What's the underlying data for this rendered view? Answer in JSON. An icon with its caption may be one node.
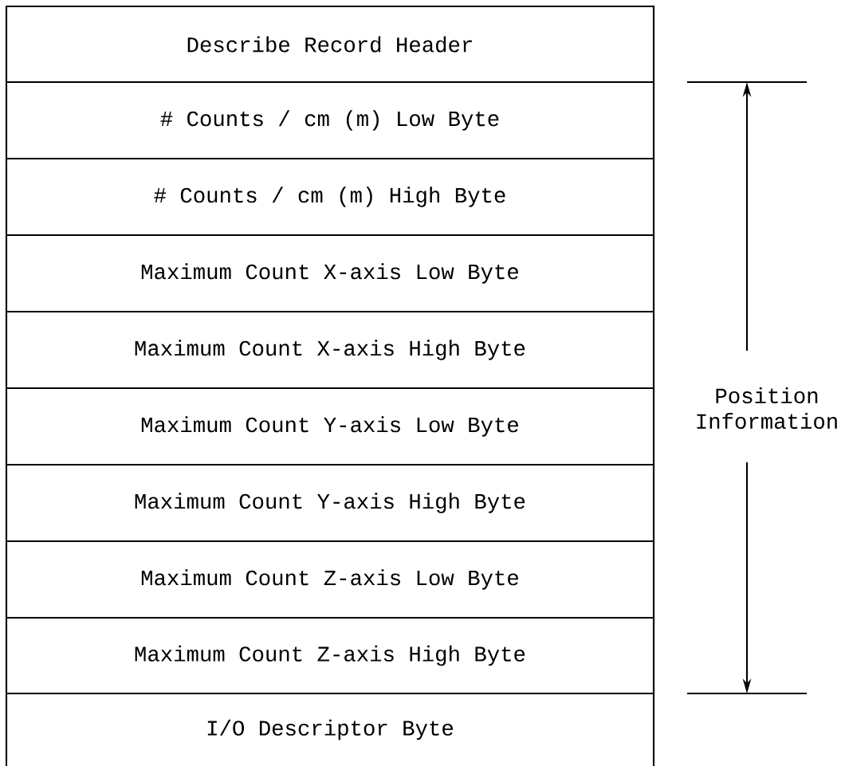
{
  "diagram": {
    "nodes": [
      {
        "text": [
          "Describe Record Header"
        ]
      },
      {
        "text": [
          "# Counts / cm (m) Low Byte"
        ]
      },
      {
        "text": [
          "# Counts / cm (m) High Byte"
        ]
      },
      {
        "text": [
          "Maximum Count X-axis Low Byte"
        ]
      },
      {
        "text": [
          "Maximum Count X-axis High Byte"
        ]
      },
      {
        "text": [
          "Maximum Count Y-axis Low Byte"
        ]
      },
      {
        "text": [
          "Maximum Count Y-axis High Byte"
        ]
      },
      {
        "text": [
          "Maximum Count Z-axis Low Byte"
        ]
      },
      {
        "text": [
          "Maximum Count Z-axis High Byte"
        ]
      },
      {
        "text": [
          "I/O Descriptor Byte"
        ]
      }
    ],
    "labels": [
      "Position Information"
    ]
  }
}
